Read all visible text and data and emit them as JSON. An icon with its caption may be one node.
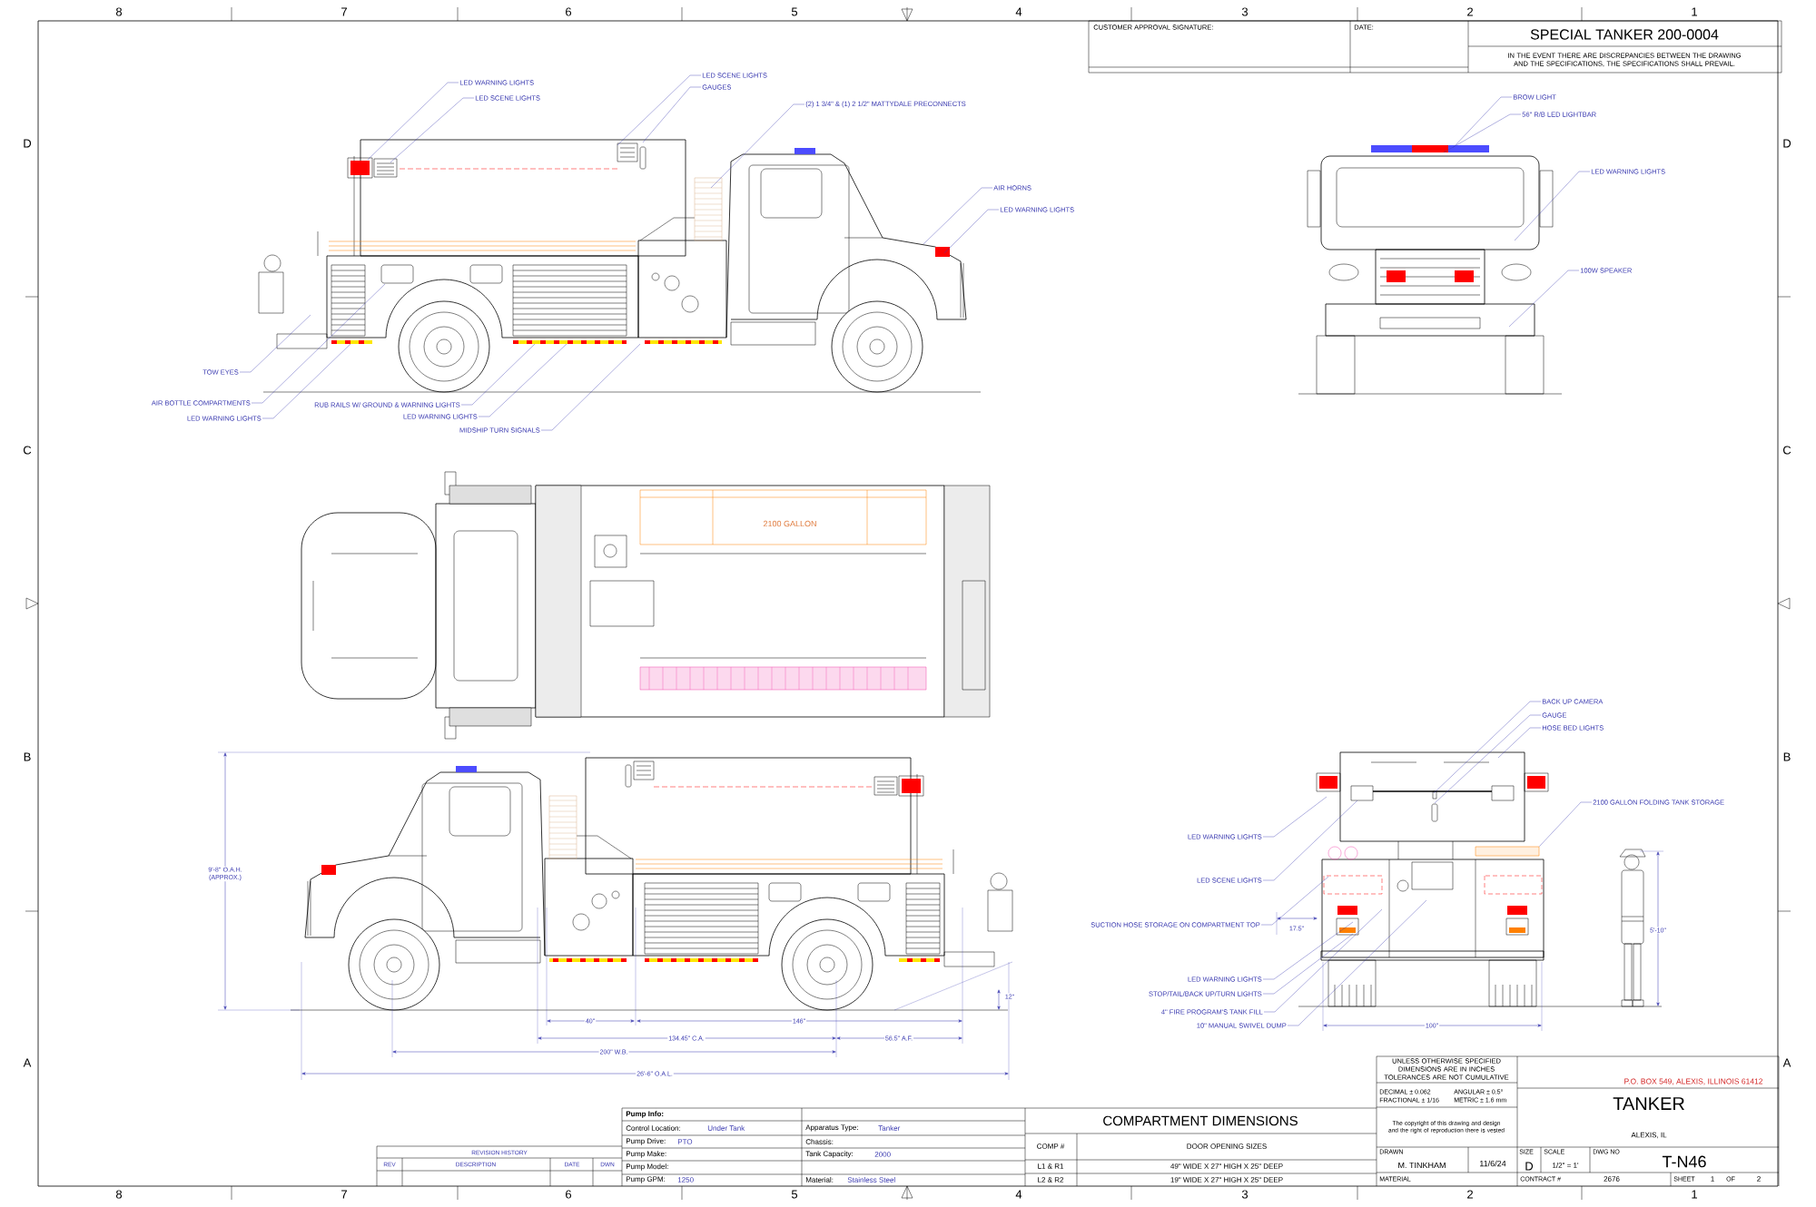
{
  "diagram": {
    "title": "SPECIAL TANKER 200-0004",
    "nodes": [
      {
        "text": [
          "LED WARNING LIGHTS"
        ]
      },
      {
        "text": [
          "LED SCENE LIGHTS"
        ]
      },
      {
        "text": [
          "LED SCENE LIGHTS"
        ]
      },
      {
        "text": [
          "GAUGES"
        ]
      },
      {
        "text": [
          "(2) 1 3/4\" & (1) 2 1/2\" MATTYDALE PRECONNECTS"
        ]
      },
      {
        "text": [
          "AIR HORNS"
        ]
      },
      {
        "text": [
          "LED WARNING LIGHTS"
        ]
      },
      {
        "text": [
          "BROW LIGHT"
        ]
      },
      {
        "text": [
          "56\" R/B LED LIGHTBAR"
        ]
      },
      {
        "text": [
          "LED WARNING LIGHTS"
        ]
      },
      {
        "text": [
          "100W SPEAKER"
        ]
      },
      {
        "text": [
          "TOW EYES"
        ]
      },
      {
        "text": [
          "AIR BOTTLE COMPARTMENTS"
        ]
      },
      {
        "text": [
          "LED WARNING LIGHTS"
        ]
      },
      {
        "text": [
          "RUB RAILS W/ GROUND & WARNING LIGHTS"
        ]
      },
      {
        "text": [
          "LED WARNING LIGHTS"
        ]
      },
      {
        "text": [
          "MIDSHIP TURN SIGNALS"
        ]
      },
      {
        "text": [
          "BACK UP CAMERA"
        ]
      },
      {
        "text": [
          "GAUGE"
        ]
      },
      {
        "text": [
          "HOSE BED LIGHTS"
        ]
      },
      {
        "text": [
          "2100 GALLON FOLDING TANK STORAGE"
        ]
      },
      {
        "text": [
          "LED WARNING LIGHTS"
        ]
      },
      {
        "text": [
          "LED SCENE LIGHTS"
        ]
      },
      {
        "text": [
          "SUCTION HOSE STORAGE ON COMPARTMENT TOP"
        ]
      },
      {
        "text": [
          "LED WARNING LIGHTS"
        ]
      },
      {
        "text": [
          "STOP/TAIL/BACK UP/TURN LIGHTS"
        ]
      },
      {
        "text": [
          "4\" FIRE PROGRAM'S TANK FILL"
        ]
      },
      {
        "text": [
          "10\" MANUAL SWIVEL DUMP"
        ]
      },
      {
        "text": [],
        "shape": "box"
      }
    ],
    "edges": [
      {
        "from": 0,
        "to": null,
        "arrow": "none"
      },
      {
        "from": 1,
        "to": null,
        "arrow": "none"
      },
      {
        "from": 2,
        "to": null,
        "arrow": "none"
      },
      {
        "from": 3,
        "to": null,
        "arrow": "none"
      },
      {
        "from": 4,
        "to": null,
        "arrow": "none"
      },
      {
        "from": 5,
        "to": null,
        "arrow": "none"
      },
      {
        "from": 6,
        "to": null,
        "arrow": "none"
      },
      {
        "from": 7,
        "to": null,
        "arrow": "none"
      },
      {
        "from": 8,
        "to": null,
        "arrow": "none"
      },
      {
        "from": 9,
        "to": null,
        "arrow": "none"
      },
      {
        "from": 10,
        "to": null,
        "arrow": "none"
      },
      {
        "from": 11,
        "to": null,
        "arrow": "none"
      },
      {
        "from": 12,
        "to": null,
        "arrow": "none"
      },
      {
        "from": 13,
        "to": null,
        "arrow": "none"
      },
      {
        "from": 14,
        "to": null,
        "arrow": "none"
      },
      {
        "from": 15,
        "to": null,
        "arrow": "none"
      },
      {
        "from": 16,
        "to": null,
        "arrow": "none"
      },
      {
        "from": 17,
        "to": null,
        "arrow": "none"
      },
      {
        "from": 18,
        "to": null,
        "arrow": "none"
      },
      {
        "from": 19,
        "to": null,
        "arrow": "none"
      },
      {
        "from": 20,
        "to": 28,
        "arrow": "none"
      },
      {
        "from": 21,
        "to": null,
        "arrow": "none"
      },
      {
        "from": 22,
        "to": null,
        "arrow": "none"
      },
      {
        "from": 23,
        "to": null,
        "arrow": "none"
      },
      {
        "from": 24,
        "to": null,
        "arrow": "none"
      },
      {
        "from": 25,
        "to": null,
        "arrow": "none"
      },
      {
        "from": 26,
        "to": null,
        "arrow": "none"
      },
      {
        "from": 27,
        "to": null,
        "arrow": "none"
      }
    ],
    "labels": [
      "8",
      "7",
      "6",
      "5",
      "4",
      "3",
      "2",
      "1",
      "CUSTOMER APPROVAL SIGNATURE:",
      "DATE:",
      "IN THE EVENT THERE ARE DISCREPANCIES BETWEEN THE DRAWING AND THE SPECIFICATIONS, THE SPECIFICATIONS SHALL PREVAIL.",
      "D",
      "D",
      "C",
      "C",
      "2100 GALLON",
      "B",
      "B",
      "9'-8\" O.A.H. (APPROX.)",
      "17.5\"",
      "5'-10\"",
      "12\"",
      "40\"",
      "146\"",
      "134.45\" C.A.",
      "56.5\" A.F.",
      "100\"",
      "200\" W.B.",
      "A",
      "A",
      "26'-6\" O.A.L.",
      "UNLESS OTHERWISE SPECIFIED DIMENSIONS ARE IN INCHES TOLERANCES ARE NOT CUMULATIVE",
      "P.O. BOX 549, ALEXIS, ILLINOIS 61412",
      "DECIMAL ± 0.062",
      "ANGULAR ± 0.5°",
      "FRACTIONAL ± 1/16",
      "METRIC ± 1.6 mm",
      "TANKER",
      "The copyright of this drawing and design and the right of reproduction there is vested",
      "ALEXIS, IL",
      "Pump Info:",
      "Control Location:",
      "Under Tank",
      "Apparatus Type:",
      "Tanker",
      "Pump Drive:",
      "PTO",
      "Chassis:",
      "Pump Make:",
      "Tank Capacity:",
      "2000",
      "Pump Model:",
      "Pump GPM:",
      "1250",
      "Material:",
      "Stainless Steel",
      "COMPARTMENT DIMENSIONS",
      "COMP #",
      "DOOR OPENING SIZES",
      "L1 & R1",
      "49\" WIDE X 27\" HIGH X 25\" DEEP",
      "L2 & R2",
      "19\" WIDE X 27\" HIGH X 25\" DEEP",
      "REVISION HISTORY",
      "REV",
      "DESCRIPTION",
      "DATE",
      "DWN",
      "DRAWN",
      "M. TINKHAM",
      "11/6/24",
      "SIZE",
      "SCALE",
      "DWG NO",
      "D",
      "1/2\" = 1'",
      "T-N46",
      "MATERIAL",
      "CONTRACT #",
      "2676",
      "SHEET",
      "1",
      "OF",
      "2",
      "8",
      "7",
      "6",
      "5",
      "4",
      "3",
      "2",
      "1"
    ]
  }
}
